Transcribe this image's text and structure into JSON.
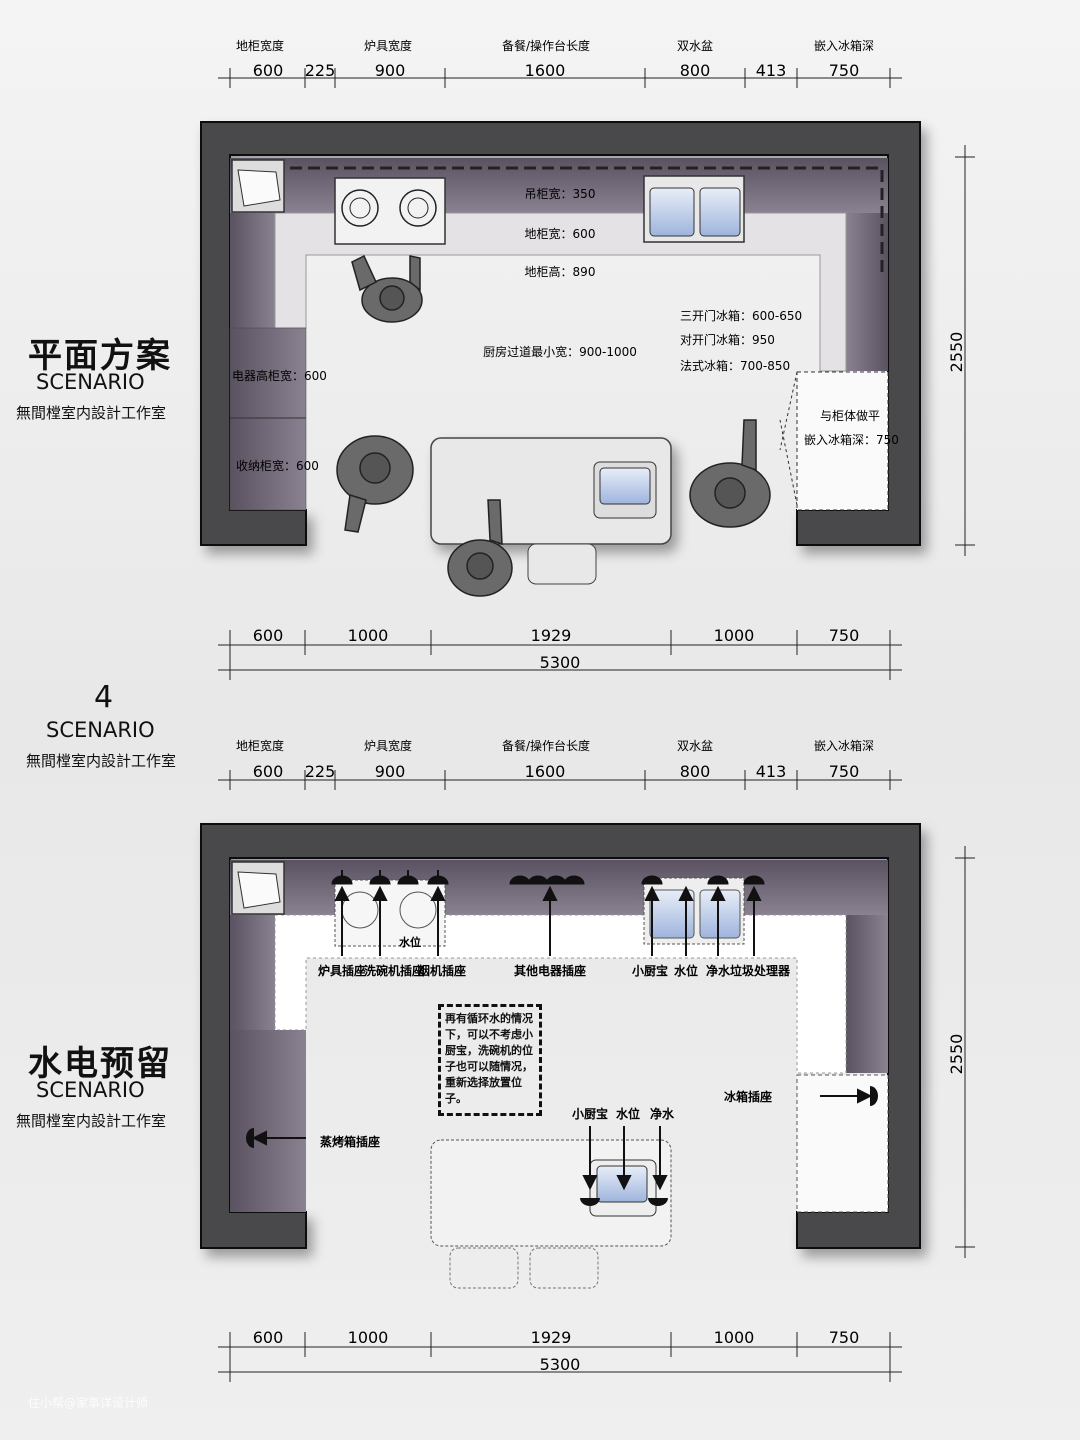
{
  "plan_top": {
    "title": "平面方案",
    "subtitle_en": "SCENARIO",
    "studio": "無間樘室内設計工作室",
    "top_dim_labels": [
      "地柜宽度",
      "炉具宽度",
      "备餐/操作台长度",
      "双水盆",
      "嵌入冰箱深"
    ],
    "top_dim_values": [
      "600",
      "225",
      "900",
      "1600",
      "800",
      "413",
      "750"
    ],
    "bottom_dim_values": [
      "600",
      "1000",
      "1929",
      "1000",
      "750"
    ],
    "total_width": "5300",
    "height_dim": "2550",
    "notes": {
      "wall_cabinet": "吊柜宽：350",
      "base_cabinet_width": "地柜宽：600",
      "base_cabinet_height": "地柜高：890",
      "aisle": "厨房过道最小宽：900-1000",
      "fridge_3door": "三开门冰箱：600-650",
      "fridge_2door": "对开门冰箱：950",
      "fridge_french": "法式冰箱：700-850",
      "appliance_tall": "电器高柜宽：600",
      "storage": "收纳柜宽：600",
      "fridge_flush_1": "与柜体做平",
      "fridge_flush_2": "嵌入冰箱深：750"
    }
  },
  "middle": {
    "number": "4",
    "subtitle_en": "SCENARIO",
    "studio": "無間樘室内設計工作室"
  },
  "plan_bottom": {
    "title": "水电预留",
    "subtitle_en": "SCENARIO",
    "studio": "無間樘室内設計工作室",
    "top_dim_labels": [
      "地柜宽度",
      "炉具宽度",
      "备餐/操作台长度",
      "双水盆",
      "嵌入冰箱深"
    ],
    "top_dim_values": [
      "600",
      "225",
      "900",
      "1600",
      "800",
      "413",
      "750"
    ],
    "bottom_dim_values": [
      "600",
      "1000",
      "1929",
      "1000",
      "750"
    ],
    "total_width": "5300",
    "height_dim": "2550",
    "sockets": [
      "炉具插座",
      "洗碗机插座",
      "烟机插座",
      "其他电器插座",
      "小厨宝",
      "水位",
      "净水",
      "垃圾处理器"
    ],
    "water_label": "水位",
    "island_labels": [
      "小厨宝",
      "水位",
      "净水"
    ],
    "fridge_socket": "冰箱插座",
    "oven_socket": "蒸烤箱插座",
    "note": "再有循环水的情况下，可以不考虑小厨宝，洗碗机的位子也可以随情况，重新选择放置位子。"
  },
  "watermark": "住小帮@家事详设计师",
  "colors": {
    "wall": "#4a4a4c",
    "cabinet": "#6a6270",
    "counter": "#e4e2e4",
    "floor": "#ffffff",
    "sink_water": "#b8c8e8"
  }
}
